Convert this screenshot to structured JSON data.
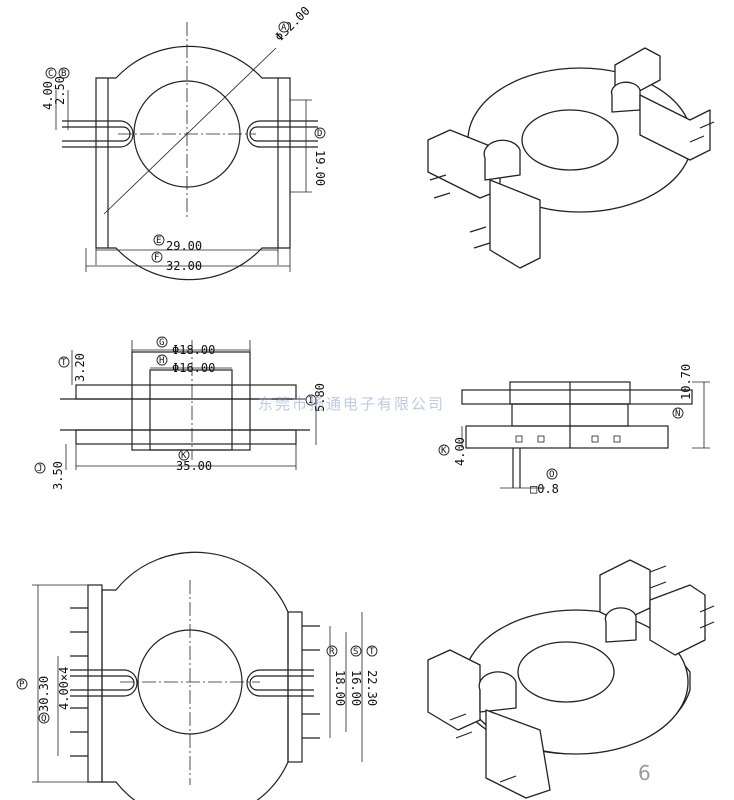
{
  "watermark": "东莞市扬通电子有限公司",
  "page_number": "6",
  "top_view": {
    "diameter": "Φ32.00",
    "dim_a": "4.00",
    "dim_b": "2.50",
    "dim_slot": "19.00",
    "dim_inner_width": "29.00",
    "dim_outer_width": "32.00",
    "markers": [
      "A",
      "C",
      "B",
      "D",
      "E",
      "F"
    ]
  },
  "front_view": {
    "dim_top": "3.20",
    "dim_bore_outer": "Φ18.00",
    "dim_bore_inner": "Φ16.00",
    "dim_pin": "5.80",
    "dim_length": "35.00",
    "dim_bottom": "3.50",
    "markers": [
      "T",
      "G",
      "H",
      "I",
      "K",
      "J"
    ]
  },
  "side_view": {
    "dim_height": "10.70",
    "dim_base": "4.00",
    "dim_pin_section": "□0.8",
    "markers": [
      "N",
      "K",
      "O"
    ]
  },
  "bottom_view": {
    "dim_total": "30.30",
    "dim_pitch": "4.00×4",
    "dim_pin_span": "18.00",
    "dim_mid": "16.00",
    "dim_outer": "22.30",
    "markers": [
      "P",
      "Q",
      "R",
      "S",
      "T"
    ]
  }
}
